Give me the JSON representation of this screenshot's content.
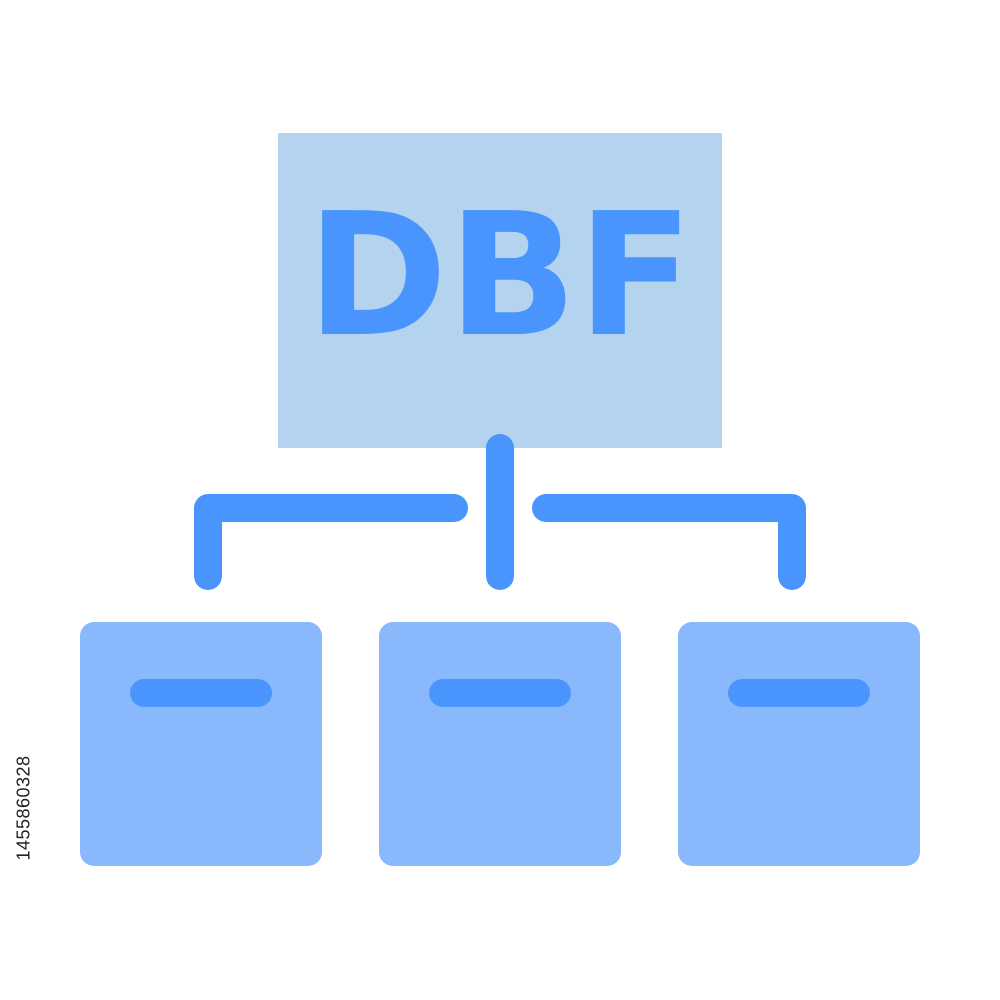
{
  "header_label": "DBF",
  "stock_id": "1455860328",
  "colors": {
    "header_fill": "#b3d3ef",
    "accent": "#4a95fd",
    "child_fill": "#8ab8fd",
    "background": "#ffffff"
  },
  "children": [
    {
      "name": "child-box-left"
    },
    {
      "name": "child-box-center"
    },
    {
      "name": "child-box-right"
    }
  ],
  "icons": [
    "database-header-box",
    "connector-lines",
    "child-box"
  ]
}
